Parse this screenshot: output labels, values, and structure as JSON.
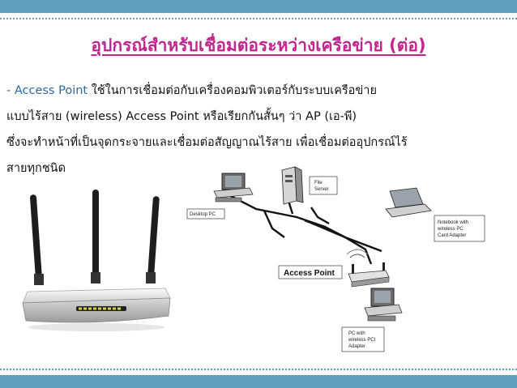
{
  "slide": {
    "title": "อุปกรณ์สำหรับเชื่อมต่อระหว่างเครือข่าย (ต่อ)",
    "lines": [
      {
        "dash": "-",
        "term": "Access Point",
        "text": " ใช้ในการเชื่อมต่อกับเครื่องคอมพิวเตอร์กับระบบเครือข่าย"
      },
      {
        "text": "แบบไร้สาย (wireless) Access Point หรือเรียกกันสั้นๆ ว่า AP (เอ-พี)"
      },
      {
        "text": "ซึ่งจะทำหน้าที่เป็นจุดกระจายและเชื่อมต่อสัญญาณไร้สาย เพื่อเชื่อมต่ออุปกรณ์ไร้"
      },
      {
        "text": "สายทุกชนิด"
      }
    ]
  },
  "diagram": {
    "labels": {
      "desktop": "Desktop PC",
      "file_server_1": "File",
      "file_server_2": "Server",
      "notebook_1": "Notebook with",
      "notebook_2": "wireless PC",
      "notebook_3": "Card Adapter",
      "access_point": "Access Point",
      "pc_1": "PC with",
      "pc_2": "wireless PCI",
      "pc_3": "Adapter"
    }
  },
  "colors": {
    "title": "#c3258e",
    "accent": "#5fa0bf",
    "term": "#2f6aa0"
  }
}
